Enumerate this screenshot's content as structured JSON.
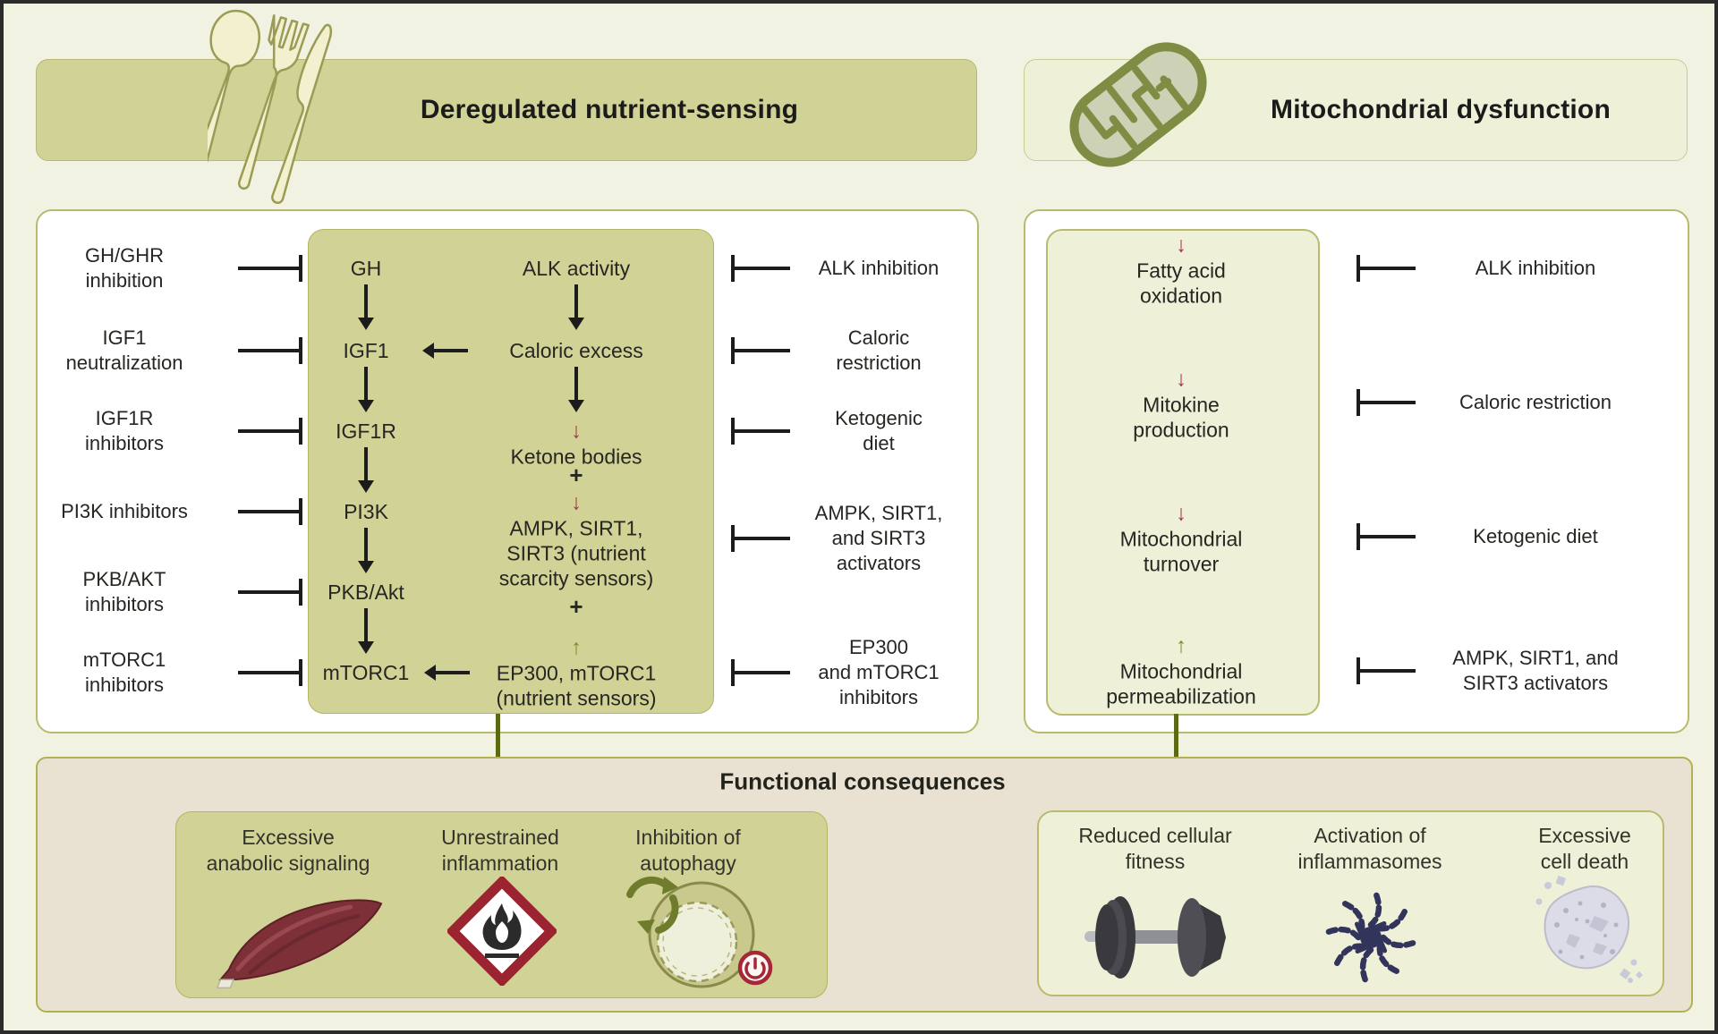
{
  "figure": {
    "type": "pathway-diagram"
  },
  "headers": {
    "left": {
      "label": "Deregulated nutrient-sensing",
      "icon": "cutlery-icon"
    },
    "right": {
      "label": "Mitochondrial dysfunction",
      "icon": "mitochondrion-icon"
    }
  },
  "symbols": {
    "down": "↓",
    "up": "↑",
    "plus": "+"
  },
  "nutrient_panel": {
    "left_inhibitors": [
      "GH/GHR\ninhibition",
      "IGF1\nneutralization",
      "IGF1R\ninhibitors",
      "PI3K inhibitors",
      "PKB/AKT\ninhibitors",
      "mTORC1\ninhibitors"
    ],
    "cascade_left": [
      "GH",
      "IGF1",
      "IGF1R",
      "PI3K",
      "PKB/Akt",
      "mTORC1"
    ],
    "cascade_right": {
      "alk": "ALK activity",
      "caloric": "Caloric excess",
      "ketone": {
        "line1": "Ketone bodies"
      },
      "plus1": "+",
      "ampk": {
        "line1": "AMPK, SIRT1,",
        "rest": "SIRT3 (nutrient\nscarcity sensors)"
      },
      "plus2": "+",
      "ep300": {
        "line1": "EP300, mTORC1",
        "rest": "(nutrient sensors)"
      }
    },
    "right_interventions": [
      "ALK inhibition",
      "Caloric\nrestriction",
      "Ketogenic\ndiet",
      "AMPK, SIRT1,\nand SIRT3\nactivators",
      "EP300\nand mTORC1\ninhibitors"
    ]
  },
  "mito_panel": {
    "alterations": [
      {
        "direction": "down",
        "line1": "Fatty acid",
        "line2": "oxidation"
      },
      {
        "direction": "down",
        "line1": "Mitokine",
        "line2": "production"
      },
      {
        "direction": "down",
        "line1": "Mitochondrial",
        "line2": "turnover"
      },
      {
        "direction": "up",
        "line1": "Mitochondrial",
        "line2": "permeabilization"
      }
    ],
    "interventions": [
      "ALK inhibition",
      "Caloric restriction",
      "Ketogenic diet",
      "AMPK, SIRT1, and\nSIRT3 activators"
    ]
  },
  "consequences": {
    "title": "Functional consequences",
    "nutrient": [
      {
        "label": "Excessive\nanabolic signaling",
        "icon": "muscle-icon"
      },
      {
        "label": "Unrestrained\ninflammation",
        "icon": "flame-hazard-icon"
      },
      {
        "label": "Inhibition of\nautophagy",
        "icon": "autophagy-icon"
      }
    ],
    "mito": [
      {
        "label": "Reduced cellular\nfitness",
        "icon": "dumbbell-icon"
      },
      {
        "label": "Activation of\ninflammasomes",
        "icon": "inflammasome-icon"
      },
      {
        "label": "Excessive\ncell death",
        "icon": "cell-death-icon"
      }
    ]
  },
  "colors": {
    "page_bg": "#f1f2e2",
    "olive_fill": "#d1d396",
    "pale_fill": "#eef0d8",
    "band_fill": "#e9e2d3",
    "panel_border": "#b9ba6e",
    "red_arrow": "#a53148",
    "green_arrow": "#7a8a2e",
    "flow_arrow": "#5c6a15",
    "hazard_red": "#9c2430",
    "muscle_red": "#7d3038",
    "ink": "#1c1c1c"
  }
}
